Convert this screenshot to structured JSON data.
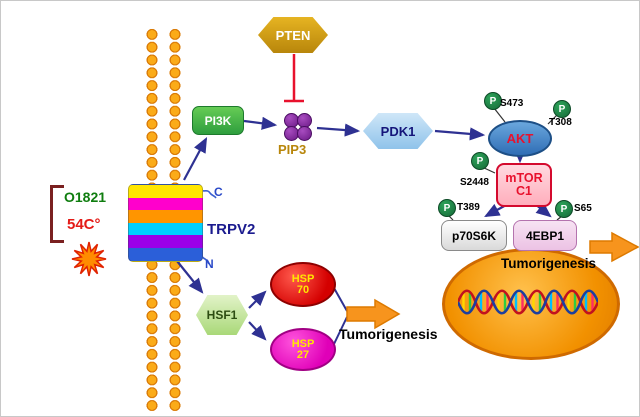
{
  "labels": {
    "o1821": "O1821",
    "temperature": "54C°",
    "trpv2": "TRPV2",
    "c_terminus": "C",
    "n_terminus": "N",
    "pi3k": "PI3K",
    "pten": "PTEN",
    "pip3": "PIP3",
    "pdk1": "PDK1",
    "akt": "AKT",
    "phospho": "P",
    "site_s473": "S473",
    "site_t308": "T308",
    "site_s2448": "S2448",
    "site_t389": "T389",
    "site_s65": "S65",
    "mtor_line1": "mTOR",
    "mtor_line2": "C1",
    "p70s6k": "p70S6K",
    "four_ebp1": "4EBP1",
    "hsf1": "HSF1",
    "hsp70_top": "HSP",
    "hsp70_bottom": "70",
    "hsp27_top": "HSP",
    "hsp27_bottom": "27",
    "tumorigenesis_top": "Tumorigenesis",
    "tumorigenesis_bottom": "Tumorigenesis"
  },
  "colors": {
    "arrow": "#2e3192",
    "inhibition": "#e8112d",
    "membrane": "#f7941d",
    "nucleus": "#f29100",
    "block_arrow": "#f7941d"
  }
}
